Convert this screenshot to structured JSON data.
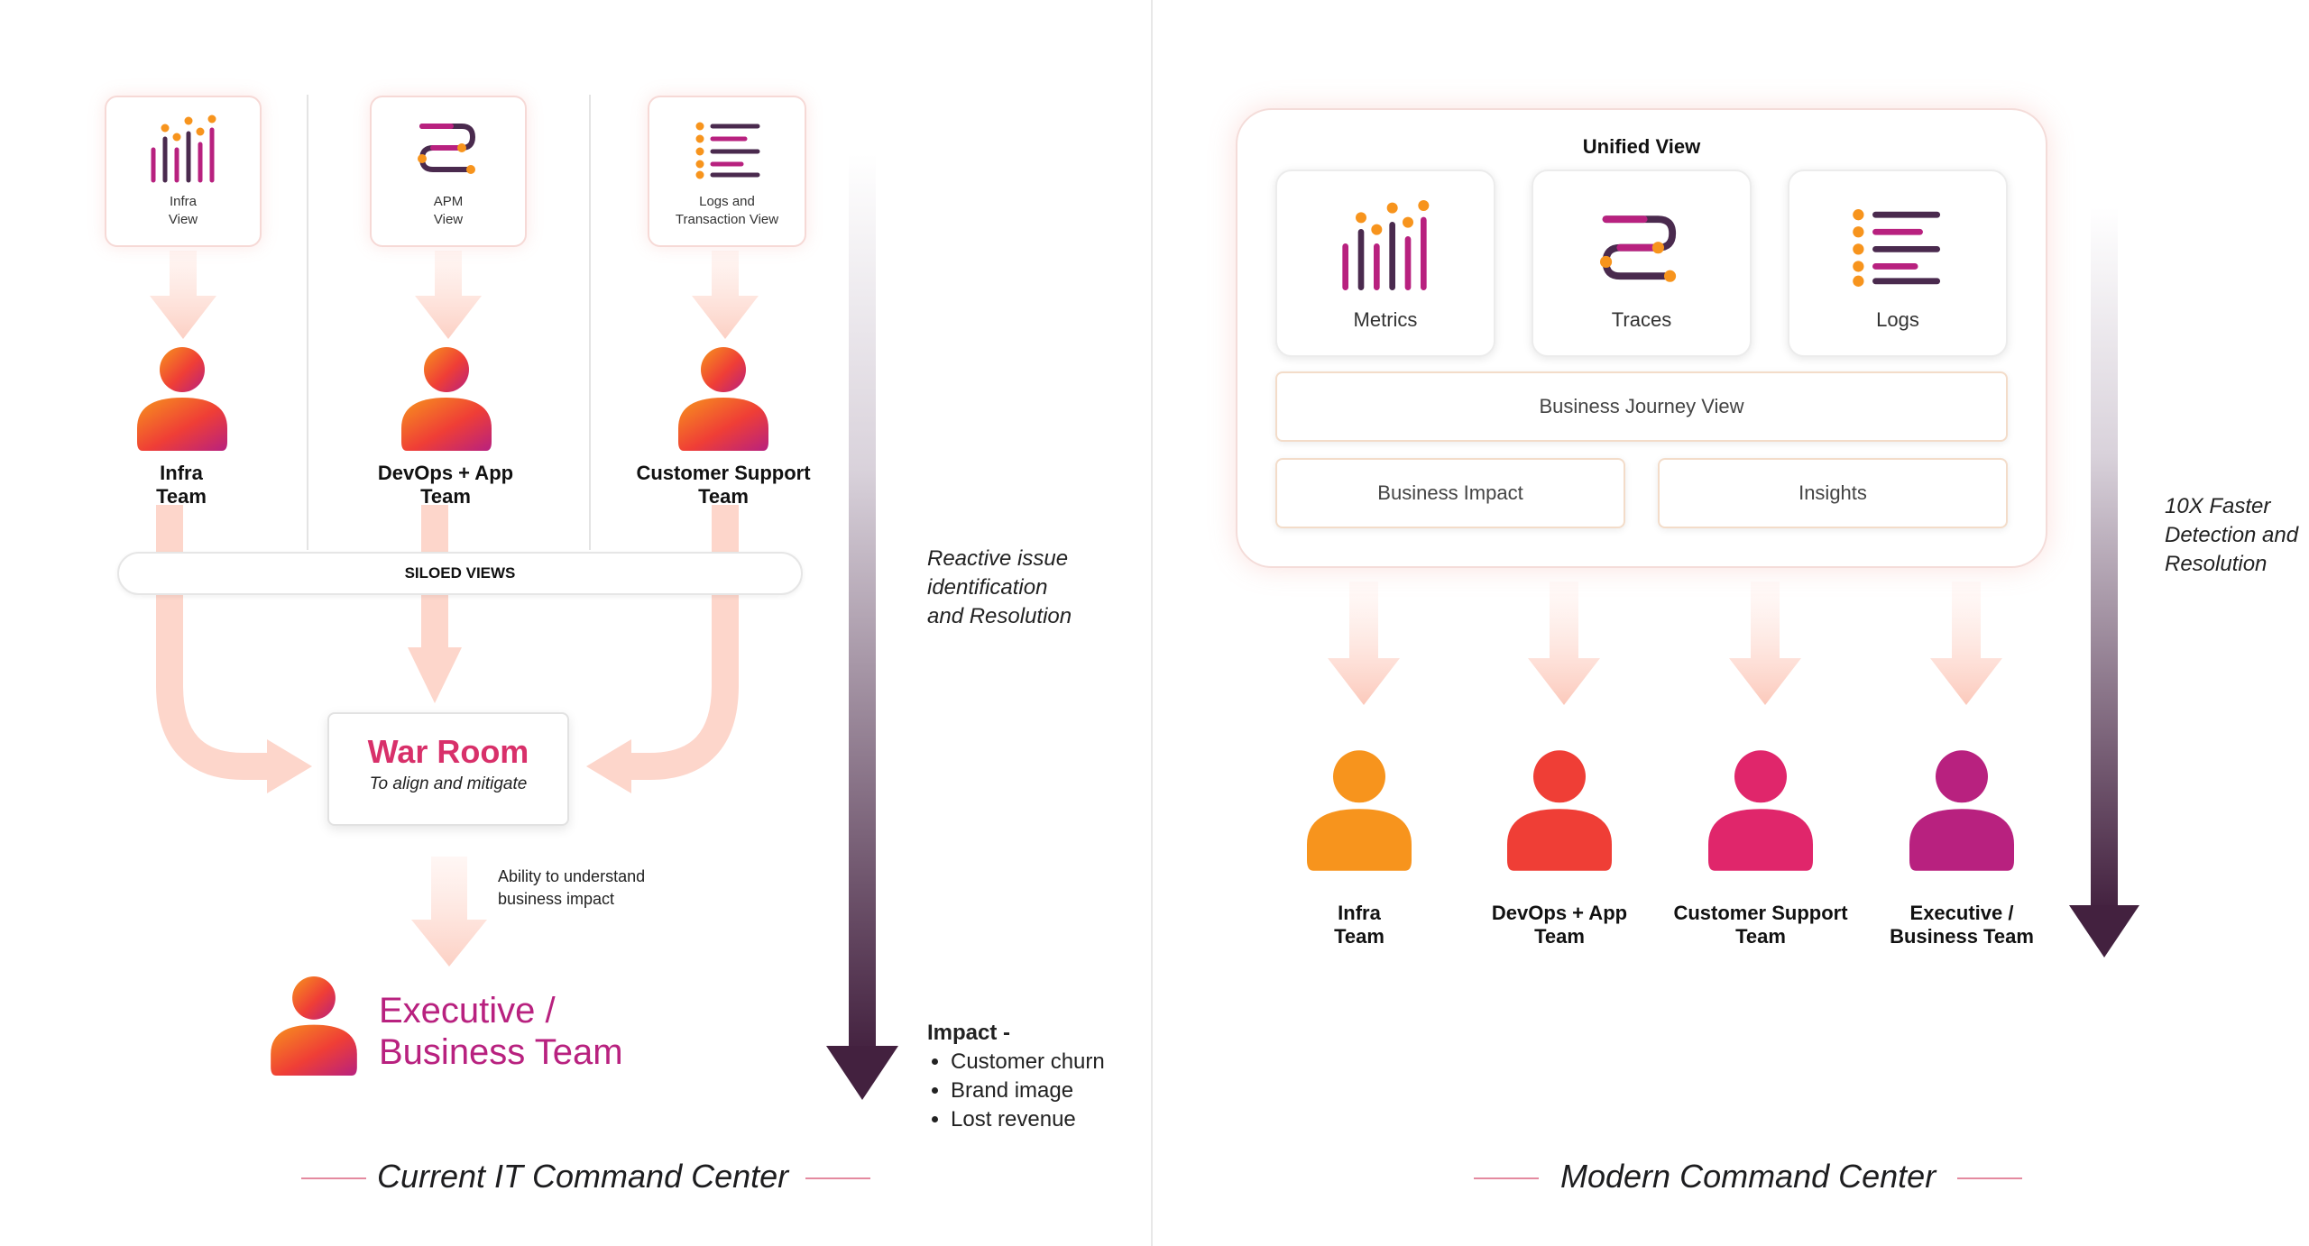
{
  "left": {
    "views": [
      {
        "label_line1": "Infra",
        "label_line2": "View",
        "icon": "metrics-bars-icon"
      },
      {
        "label_line1": "APM",
        "label_line2": "View",
        "icon": "traces-path-icon"
      },
      {
        "label_line1": "Logs and",
        "label_line2": "Transaction View",
        "icon": "logs-list-icon"
      }
    ],
    "teams": [
      {
        "line1": "Infra",
        "line2": "Team"
      },
      {
        "line1": "DevOps + App",
        "line2": "Team"
      },
      {
        "line1": "Customer Support",
        "line2": "Team"
      }
    ],
    "siloed_label": "SILOED VIEWS",
    "war_room": {
      "title": "War Room",
      "subtitle": "To align and mitigate"
    },
    "ability_line1": "Ability to understand",
    "ability_line2": "business impact",
    "executive_line1": "Executive /",
    "executive_line2": "Business Team",
    "reactive": [
      "Reactive issue",
      "identification",
      "and Resolution"
    ],
    "impact_title": "Impact -",
    "impact_items": [
      "Customer churn",
      "Brand image",
      "Lost revenue"
    ],
    "footer": "Current IT Command Center"
  },
  "right": {
    "unified_title": "Unified View",
    "cards": [
      {
        "label": "Metrics",
        "icon": "metrics-bars-icon"
      },
      {
        "label": "Traces",
        "icon": "traces-path-icon"
      },
      {
        "label": "Logs",
        "icon": "logs-list-icon"
      }
    ],
    "business_journey": "Business Journey View",
    "business_impact": "Business Impact",
    "insights": "Insights",
    "faster": [
      "10X Faster",
      "Detection and",
      "Resolution"
    ],
    "teams": [
      {
        "line1": "Infra",
        "line2": "Team"
      },
      {
        "line1": "DevOps + App",
        "line2": "Team"
      },
      {
        "line1": "Customer Support",
        "line2": "Team"
      },
      {
        "line1": "Executive /",
        "line2": "Business Team"
      }
    ],
    "footer": "Modern Command Center"
  },
  "colors": {
    "orange": "#f7941d",
    "red": "#ef3e36",
    "pink": "#e0266b",
    "magenta": "#b8217f",
    "purple_dark": "#4a2a4e",
    "arrow_light": "#fddcd4"
  }
}
